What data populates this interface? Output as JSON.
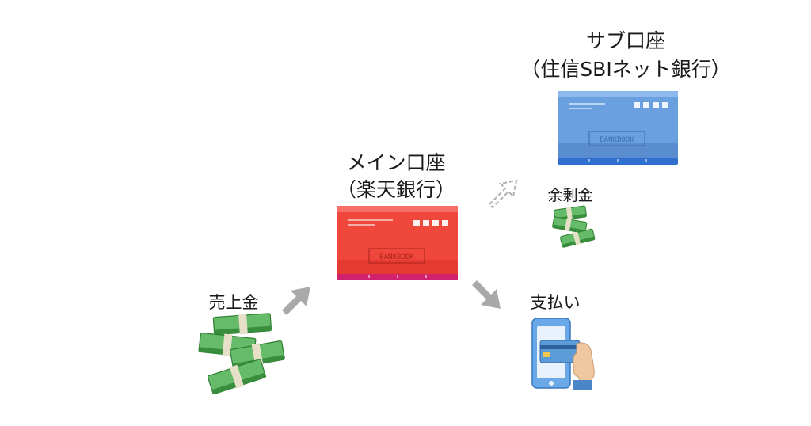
{
  "sub_account": {
    "title": "サブ口座",
    "bank": "（住信SBIネット銀行）",
    "bankbook_text": "BANKBOOK",
    "color": "#5b8fd1"
  },
  "main_account": {
    "title": "メイン口座",
    "bank": "（楽天銀行）",
    "bankbook_text": "BANKBOOK",
    "color": "#e8453c"
  },
  "sales": {
    "label": "売上金"
  },
  "surplus": {
    "label": "余剰金"
  },
  "payment": {
    "label": "支払い"
  },
  "colors": {
    "arrow": "#a9a9a9",
    "money": "#4caf50",
    "money_dark": "#2e7d32"
  }
}
